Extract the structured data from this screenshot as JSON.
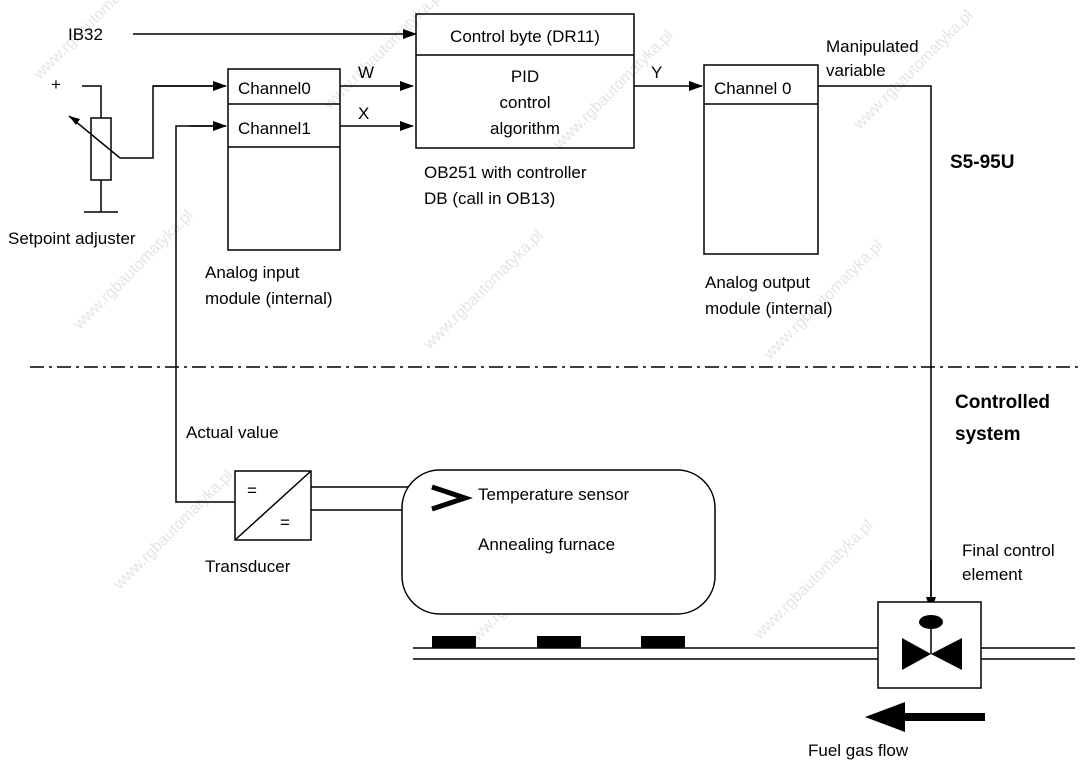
{
  "inputs": {
    "ib32": "IB32",
    "plus_sign": "+",
    "setpoint_adjuster": "Setpoint adjuster"
  },
  "analog_input": {
    "channel0": "Channel0",
    "channel1": "Channel1",
    "caption_line1": "Analog input",
    "caption_line2": "module (internal)"
  },
  "signals": {
    "w": "W",
    "x": "X",
    "y": "Y"
  },
  "pid": {
    "control_byte": "Control byte (DR11)",
    "line1": "PID",
    "line2": "control",
    "line3": "algorithm",
    "caption_line1": "OB251 with controller",
    "caption_line2": "DB (call in OB13)"
  },
  "analog_output": {
    "channel0": "Channel 0",
    "caption_line1": "Analog output",
    "caption_line2": "module (internal)",
    "manipulated_line1": "Manipulated",
    "manipulated_line2": "variable"
  },
  "regions": {
    "plc": "S5-95U",
    "controlled_line1": "Controlled",
    "controlled_line2": "system"
  },
  "process": {
    "actual_value": "Actual value",
    "transducer": "Transducer",
    "transducer_in": "=",
    "transducer_out": "=",
    "temperature_sensor": "Temperature sensor",
    "furnace": "Annealing furnace",
    "final_control_line1": "Final control",
    "final_control_line2": "element",
    "fuel_gas_flow": "Fuel gas flow"
  },
  "watermark": "www.rgbautomatyka.pl"
}
